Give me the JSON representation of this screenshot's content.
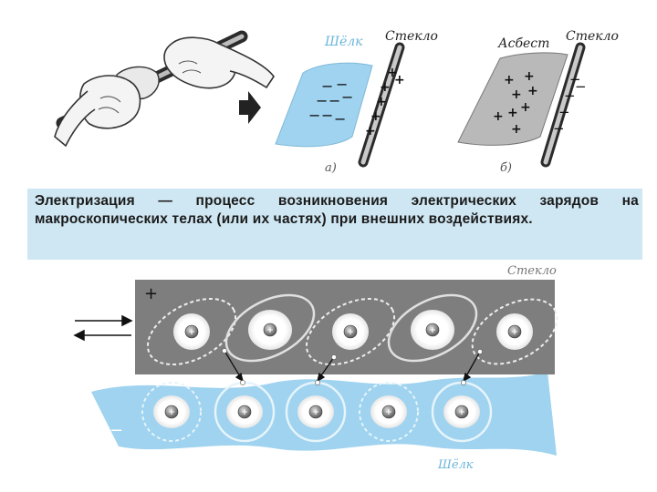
{
  "panel_a": {
    "silk_label": "Шёлк",
    "glass_label": "Стекло",
    "caption": "а)",
    "silk_charges": "−",
    "glass_charges": "+"
  },
  "panel_b": {
    "asbestos_label": "Асбест",
    "glass_label": "Стекло",
    "caption": "б)",
    "asbestos_charges": "+",
    "glass_charges": "−"
  },
  "definition": {
    "term": "Электризация",
    "text": " — процесс возникновения электрических зарядов на макроскопических телах (или их частях) при внешних воздейст­виях."
  },
  "diagram": {
    "glass_label": "Стекло",
    "silk_label": "Шёлк",
    "glass_sign": "+",
    "silk_sign": "−",
    "nucleus_sign": "+"
  },
  "colors": {
    "silk": "#9fd3ef",
    "glass_band": "#7e7e7e",
    "definition_bg": "#cfe7f3",
    "asbestos": "#b9b9b9"
  }
}
